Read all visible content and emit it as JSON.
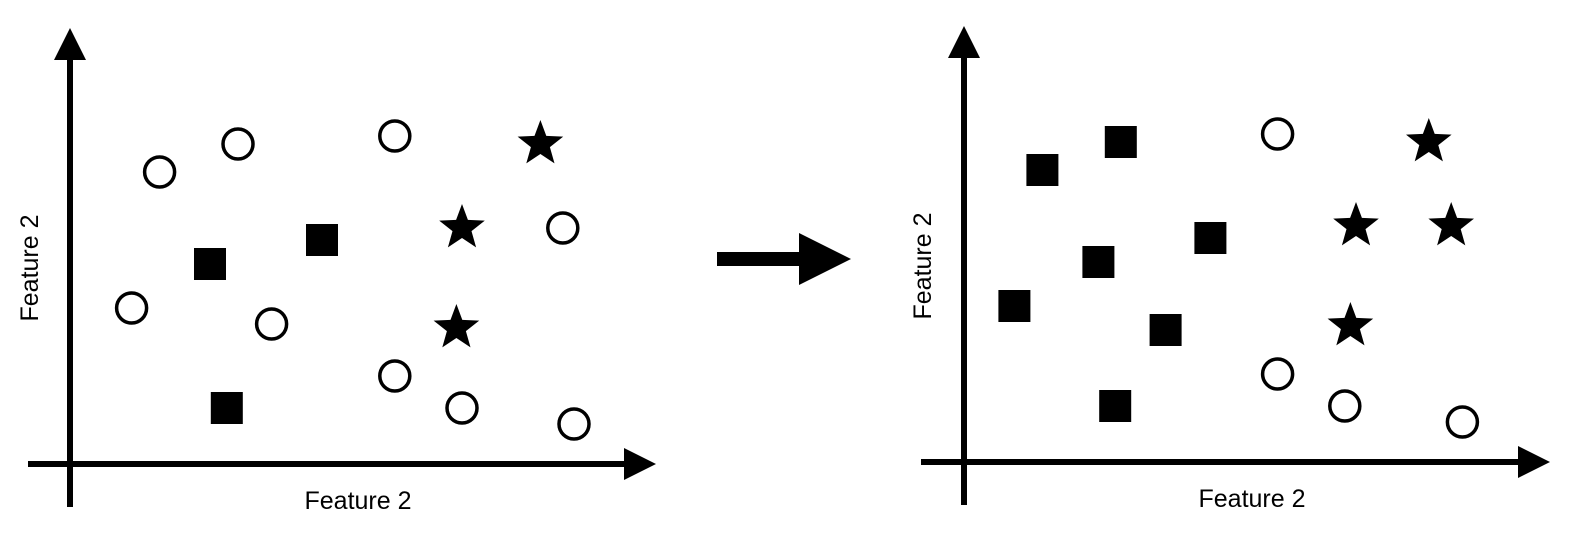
{
  "panels": [
    {
      "id": "before",
      "x_axis_label": "Feature 2",
      "y_axis_label": "Feature 2",
      "points": [
        {
          "shape": "circle",
          "x": 0.16,
          "y": 0.73
        },
        {
          "shape": "circle",
          "x": 0.3,
          "y": 0.8
        },
        {
          "shape": "circle",
          "x": 0.58,
          "y": 0.82
        },
        {
          "shape": "star",
          "x": 0.84,
          "y": 0.8
        },
        {
          "shape": "star",
          "x": 0.7,
          "y": 0.59
        },
        {
          "shape": "circle",
          "x": 0.88,
          "y": 0.59
        },
        {
          "shape": "square",
          "x": 0.25,
          "y": 0.5
        },
        {
          "shape": "square",
          "x": 0.45,
          "y": 0.56
        },
        {
          "shape": "circle",
          "x": 0.11,
          "y": 0.39
        },
        {
          "shape": "circle",
          "x": 0.36,
          "y": 0.35
        },
        {
          "shape": "star",
          "x": 0.69,
          "y": 0.34
        },
        {
          "shape": "circle",
          "x": 0.58,
          "y": 0.22
        },
        {
          "shape": "circle",
          "x": 0.7,
          "y": 0.14
        },
        {
          "shape": "square",
          "x": 0.28,
          "y": 0.14
        },
        {
          "shape": "circle",
          "x": 0.9,
          "y": 0.1
        }
      ]
    },
    {
      "id": "after",
      "x_axis_label": "Feature 2",
      "y_axis_label": "Feature 2",
      "points": [
        {
          "shape": "square",
          "x": 0.14,
          "y": 0.73
        },
        {
          "shape": "square",
          "x": 0.28,
          "y": 0.8
        },
        {
          "shape": "circle",
          "x": 0.56,
          "y": 0.82
        },
        {
          "shape": "star",
          "x": 0.83,
          "y": 0.8
        },
        {
          "shape": "star",
          "x": 0.7,
          "y": 0.59
        },
        {
          "shape": "star",
          "x": 0.87,
          "y": 0.59
        },
        {
          "shape": "square",
          "x": 0.24,
          "y": 0.5
        },
        {
          "shape": "square",
          "x": 0.44,
          "y": 0.56
        },
        {
          "shape": "square",
          "x": 0.09,
          "y": 0.39
        },
        {
          "shape": "square",
          "x": 0.36,
          "y": 0.33
        },
        {
          "shape": "star",
          "x": 0.69,
          "y": 0.34
        },
        {
          "shape": "circle",
          "x": 0.56,
          "y": 0.22
        },
        {
          "shape": "circle",
          "x": 0.68,
          "y": 0.14
        },
        {
          "shape": "square",
          "x": 0.27,
          "y": 0.14
        },
        {
          "shape": "circle",
          "x": 0.89,
          "y": 0.1
        }
      ]
    }
  ],
  "transition": {
    "icon": "right-arrow-icon"
  },
  "colors": {
    "ink": "#000000",
    "background": "#ffffff"
  }
}
